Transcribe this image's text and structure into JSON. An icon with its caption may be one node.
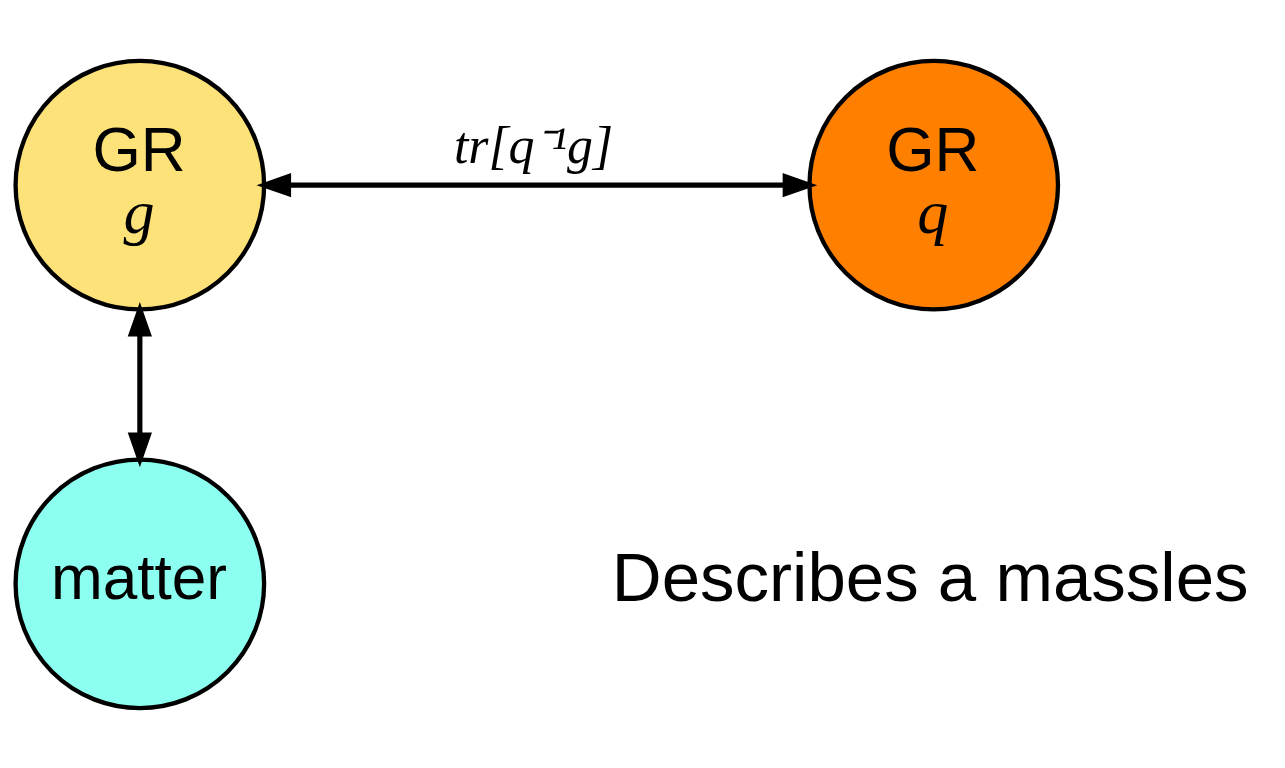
{
  "diagram": {
    "nodes": [
      {
        "text": [
          "GR",
          "g"
        ]
      },
      {
        "text": [
          "GR",
          "q"
        ]
      },
      {
        "text": [
          "matter"
        ]
      }
    ],
    "edges": [
      {
        "from": 0,
        "to": 1,
        "arrow": "both",
        "label": "tr[q⁻¹g]"
      },
      {
        "from": 0,
        "to": 2,
        "arrow": "both"
      }
    ],
    "labels": [
      "Describes a massles"
    ]
  }
}
